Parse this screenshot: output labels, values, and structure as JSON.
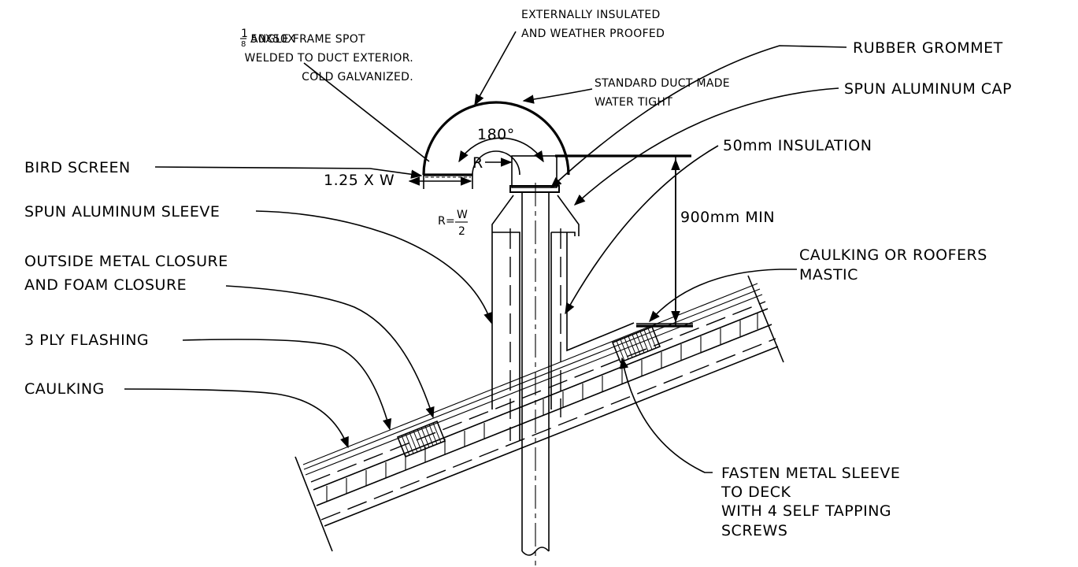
{
  "labels": {
    "angle_frame": [
      "50X50X",
      "ANGLE FRAME SPOT",
      "WELDED TO DUCT EXTERIOR.",
      "COLD GALVANIZED."
    ],
    "angle_frac_num": "1",
    "angle_frac_den": "8",
    "externally_insulated": [
      "EXTERNALLY INSULATED",
      "AND WEATHER PROOFED"
    ],
    "standard_duct": [
      "STANDARD DUCT MADE",
      "WATER TIGHT"
    ],
    "rubber_grommet": "RUBBER GROMMET",
    "spun_aluminum_cap": "SPUN ALUMINUM CAP",
    "insulation": "50mm INSULATION",
    "bird_screen": "BIRD SCREEN",
    "spun_aluminum_sleeve": "SPUN ALUMINUM SLEEVE",
    "outside_closure": [
      "OUTSIDE METAL CLOSURE",
      "AND FOAM CLOSURE"
    ],
    "three_ply_flashing": "3 PLY FLASHING",
    "caulking": "CAULKING",
    "caulking_mastic": [
      "CAULKING OR ROOFERS",
      "MASTIC"
    ],
    "fasten_sleeve": [
      "FASTEN METAL SLEEVE",
      "TO DECK",
      "WITH 4 SELF TAPPING",
      "SCREWS"
    ]
  },
  "dimensions": {
    "angle": "180°",
    "radius": "R",
    "radius_formula": "R=",
    "radius_num": "W",
    "radius_den": "2",
    "overhang": "1.25 X W",
    "min_height": "900mm MIN"
  }
}
